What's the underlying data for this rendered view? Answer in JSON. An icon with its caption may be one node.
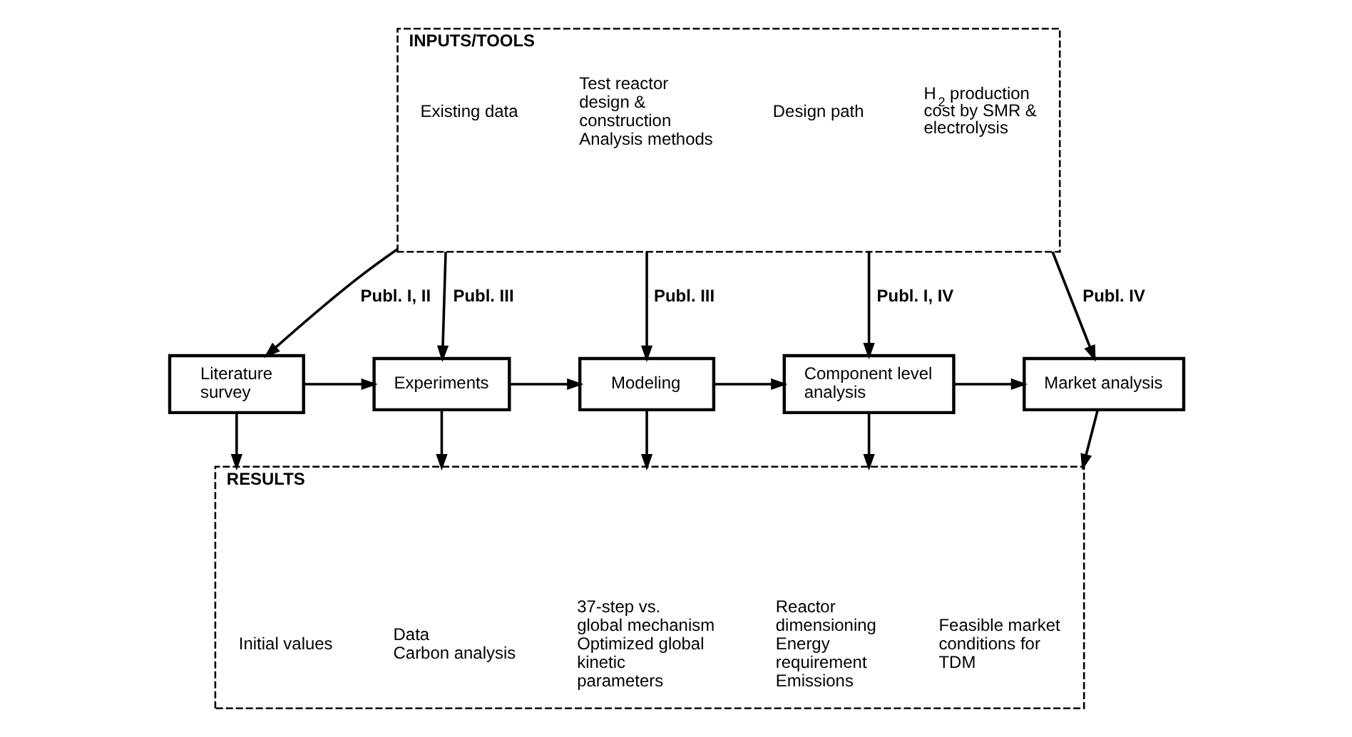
{
  "diagram": {
    "nodes": [
      {
        "text": [
          "INPUTS/TOOLS"
        ]
      },
      {
        "text": [
          "Existing data"
        ],
        "in": 0
      },
      {
        "text": [
          "Test reactor design & construction",
          "Analysis methods"
        ],
        "in": 0
      },
      {
        "text": [
          "Design path"
        ],
        "in": 0
      },
      {
        "text": [
          "H$_{2}$ production cost by SMR & electrolysis"
        ],
        "in": 0
      },
      {
        "text": [
          "Literature survey"
        ]
      },
      {
        "text": [
          "Experiments"
        ]
      },
      {
        "text": [
          "Modeling"
        ]
      },
      {
        "text": [
          "Component level analysis"
        ]
      },
      {
        "text": [
          "Market analysis"
        ]
      },
      {
        "text": [
          "RESULTS"
        ]
      },
      {
        "text": [
          "Initial values"
        ],
        "in": 10
      },
      {
        "text": [
          "Data",
          "Carbon analysis"
        ],
        "in": 10
      },
      {
        "text": [
          "37-step vs. global mechanism",
          "Optimized global kinetic parameters"
        ],
        "in": 10
      },
      {
        "text": [
          "Reactor dimensioning",
          "Energy requirement",
          "Emissions"
        ],
        "in": 10
      },
      {
        "text": [
          "Feasible market conditions for TDM"
        ],
        "in": 10
      }
    ],
    "edges": [
      {
        "from": 0,
        "to": 5,
        "arrow": "to",
        "label": "Publ. I, II"
      },
      {
        "from": 0,
        "to": 6,
        "arrow": "to",
        "label": "Publ. III"
      },
      {
        "from": 0,
        "to": 7,
        "arrow": "to",
        "label": "Publ. III"
      },
      {
        "from": 0,
        "to": 8,
        "arrow": "to",
        "label": "Publ. I, IV"
      },
      {
        "from": 0,
        "to": 9,
        "arrow": "to",
        "label": "Publ. IV"
      },
      {
        "from": 5,
        "to": 6,
        "arrow": "to"
      },
      {
        "from": 6,
        "to": 7,
        "arrow": "to"
      },
      {
        "from": 7,
        "to": 8,
        "arrow": "to"
      },
      {
        "from": 8,
        "to": 9,
        "arrow": "to"
      },
      {
        "from": 5,
        "to": 10,
        "arrow": "to"
      },
      {
        "from": 6,
        "to": 10,
        "arrow": "to"
      },
      {
        "from": 7,
        "to": 10,
        "arrow": "to"
      },
      {
        "from": 8,
        "to": 10,
        "arrow": "to"
      },
      {
        "from": 9,
        "to": 10,
        "arrow": "to"
      }
    ]
  }
}
